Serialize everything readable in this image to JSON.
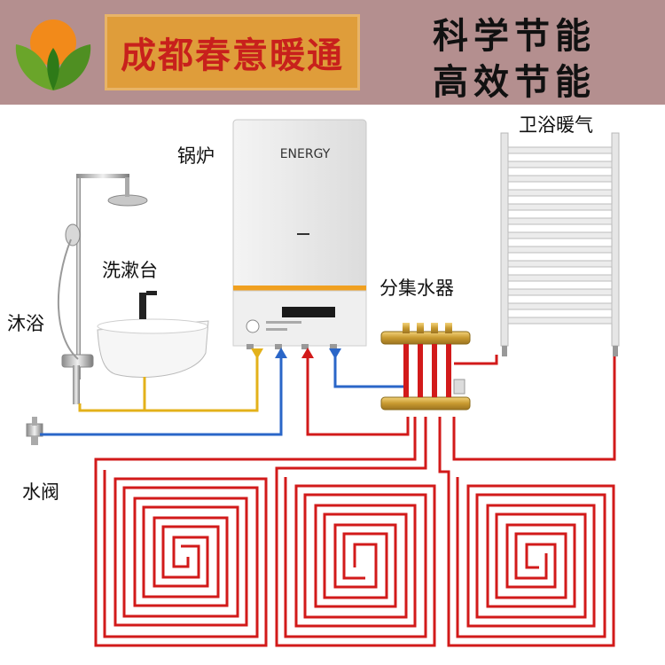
{
  "header": {
    "brand_name": "成都春意暖通",
    "slogan_line_1": "科学节能",
    "slogan_line_2": "高效节能"
  },
  "labels": {
    "boiler": "锅炉",
    "boiler_brand": "ENERGY",
    "bathroom_radiator": "卫浴暖气",
    "manifold": "分集水器",
    "washbasin": "洗漱台",
    "shower": "沐浴",
    "water_valve": "水阀"
  },
  "colors": {
    "header_bg": "#b48f8f",
    "brand_box": "#df9d3a",
    "brand_text": "#c8201c",
    "hot_pipe": "#d21a1a",
    "cold_pipe": "#2a66c8",
    "yellow_pipe": "#e3b11a",
    "floor_pipe": "#d21a1a"
  }
}
